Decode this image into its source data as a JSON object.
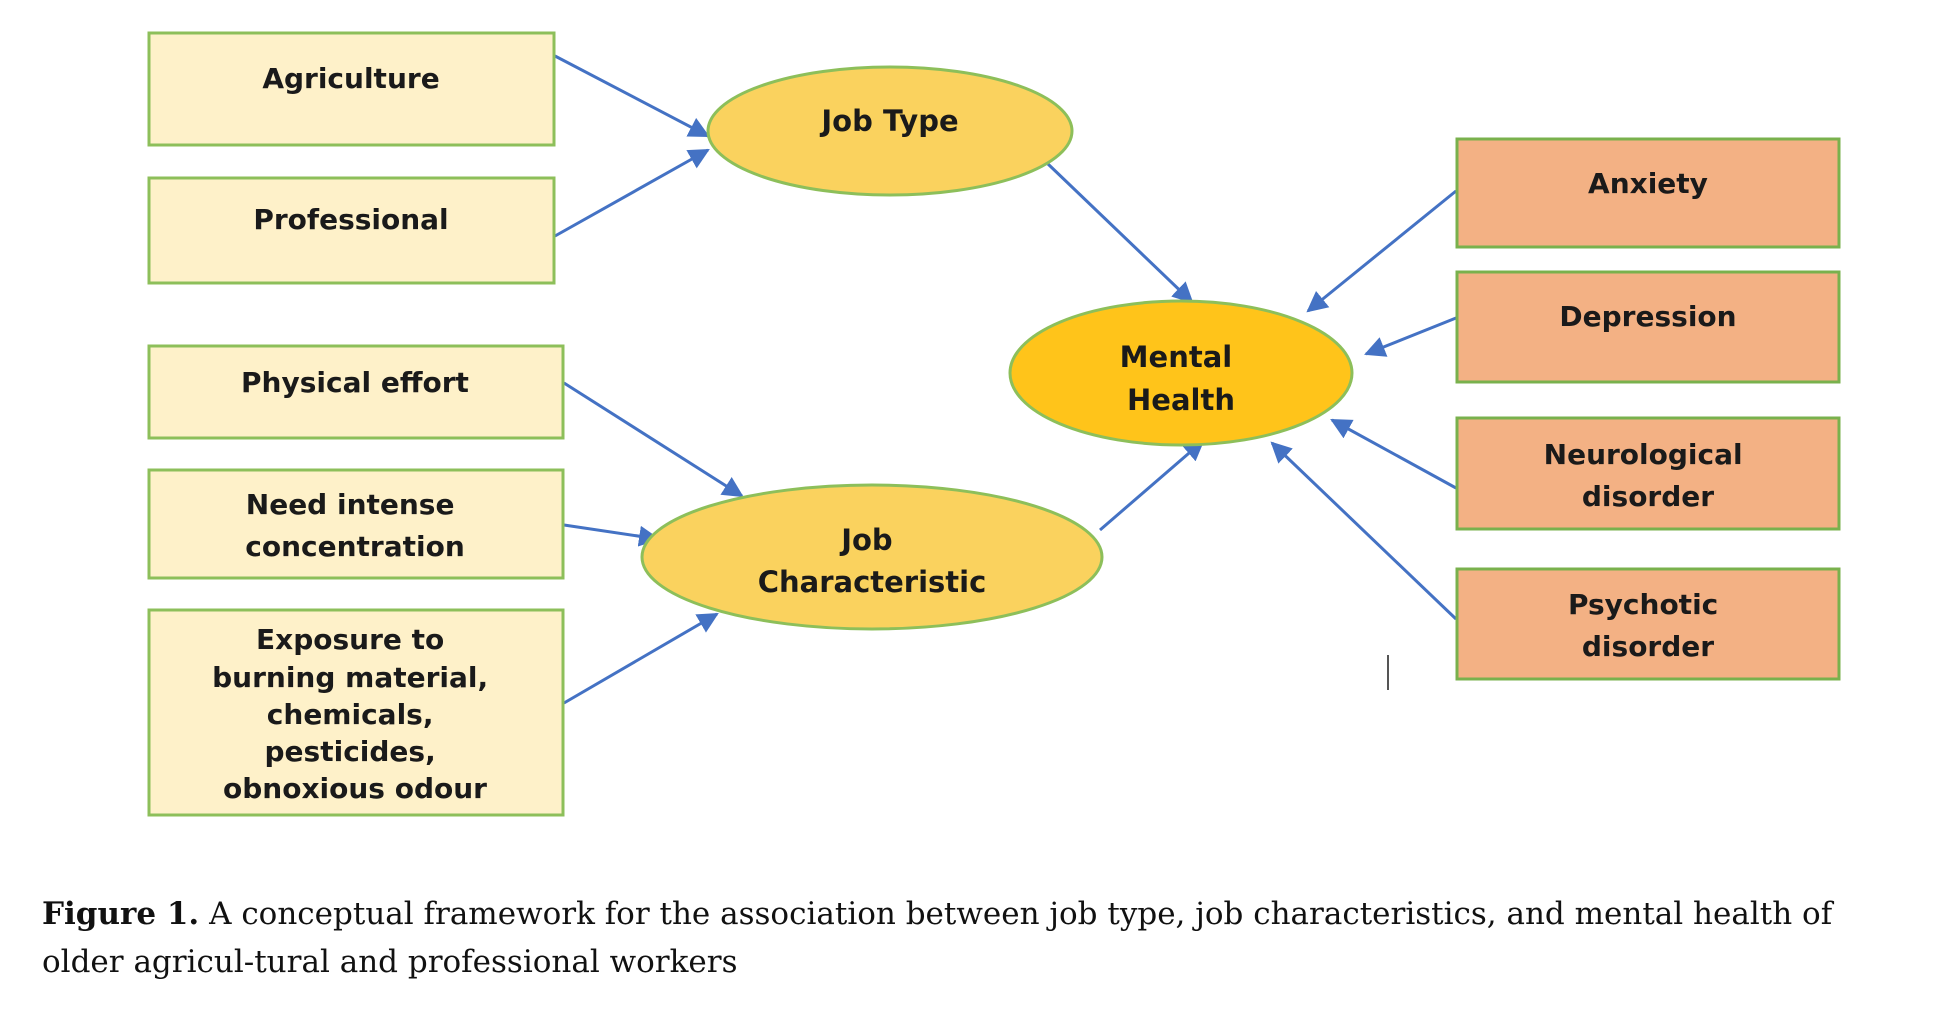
{
  "colors": {
    "input_fill": "#FEF1C9",
    "input_border": "#8DBF5A",
    "outcome_fill": "#F3B184",
    "outcome_border": "#79B14D",
    "ellipse_fill": "#FAD25E",
    "mental_fill": "#FFC41A",
    "ellipse_border": "#8DBF5A",
    "arrow": "#4472C4"
  },
  "nodes": {
    "agriculture": {
      "lines": [
        "Agriculture"
      ]
    },
    "professional": {
      "lines": [
        "Professional"
      ]
    },
    "physical_effort": {
      "lines": [
        "Physical effort"
      ]
    },
    "need_intense_concentration": {
      "lines": [
        "Need intense",
        "concentration"
      ]
    },
    "exposure": {
      "lines": [
        "Exposure to",
        "burning material,",
        "chemicals,",
        "pesticides,",
        "obnoxious odour"
      ]
    },
    "job_type": {
      "lines": [
        "Job Type"
      ]
    },
    "job_characteristic": {
      "lines": [
        "Job",
        "Characteristic"
      ]
    },
    "mental_health": {
      "lines": [
        "Mental",
        "Health"
      ]
    },
    "anxiety": {
      "lines": [
        "Anxiety"
      ]
    },
    "depression": {
      "lines": [
        "Depression"
      ]
    },
    "neurological_disorder": {
      "lines": [
        "Neurological",
        "disorder"
      ]
    },
    "psychotic_disorder": {
      "lines": [
        "Psychotic",
        "disorder"
      ]
    }
  },
  "edges": [
    {
      "from": "agriculture",
      "to": "job_type"
    },
    {
      "from": "professional",
      "to": "job_type"
    },
    {
      "from": "physical_effort",
      "to": "job_characteristic"
    },
    {
      "from": "need_intense_concentration",
      "to": "job_characteristic"
    },
    {
      "from": "exposure",
      "to": "job_characteristic"
    },
    {
      "from": "job_type",
      "to": "mental_health"
    },
    {
      "from": "job_characteristic",
      "to": "mental_health"
    },
    {
      "from": "anxiety",
      "to": "mental_health"
    },
    {
      "from": "depression",
      "to": "mental_health"
    },
    {
      "from": "neurological_disorder",
      "to": "mental_health"
    },
    {
      "from": "psychotic_disorder",
      "to": "mental_health"
    }
  ],
  "caption": {
    "label": "Figure 1.",
    "text": " A conceptual framework for the association between job type, job characteristics, and mental health of older agricul-tural and professional workers"
  }
}
